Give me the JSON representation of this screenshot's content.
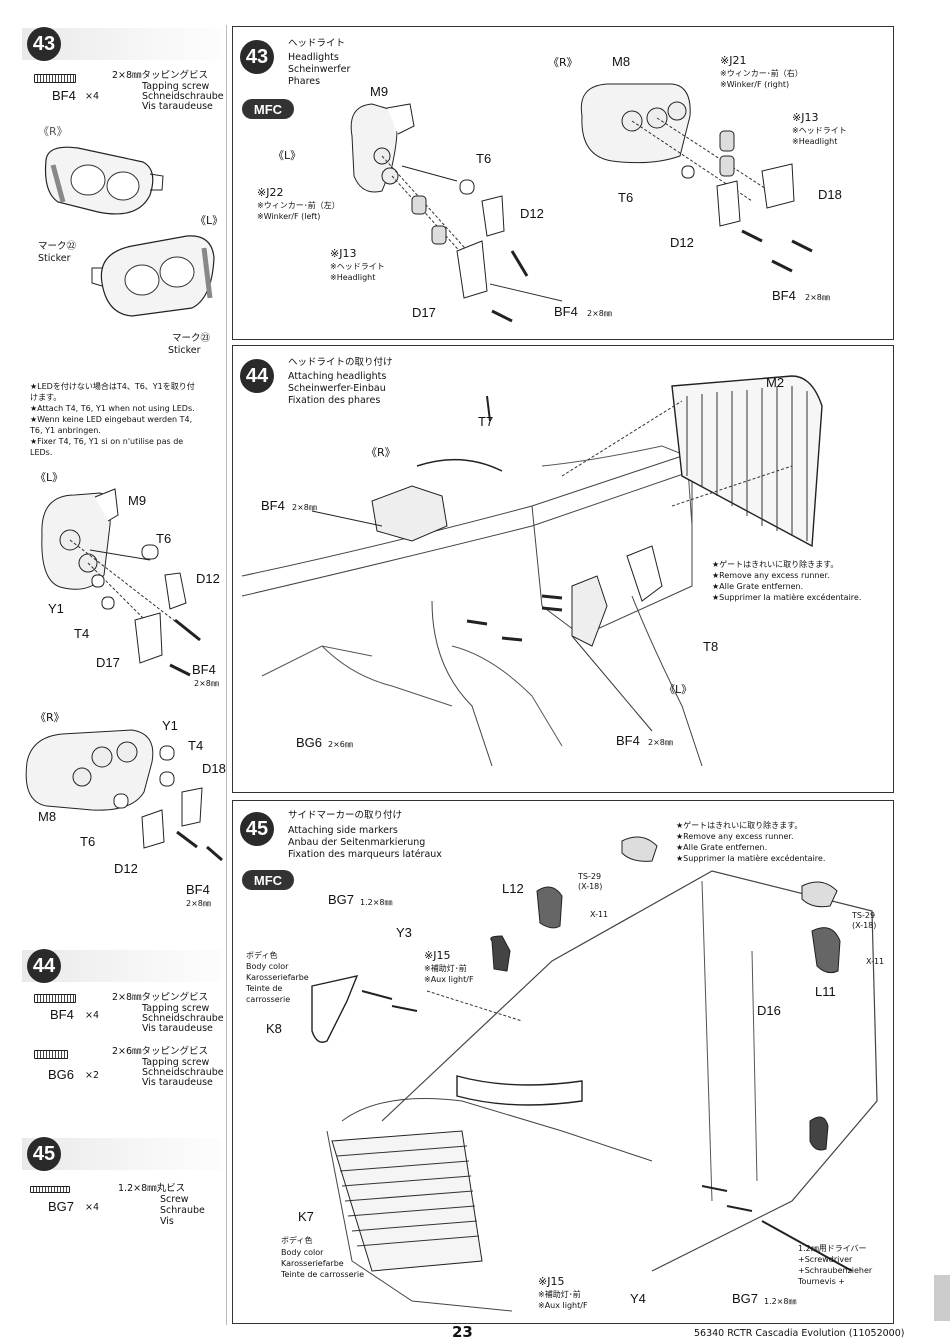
{
  "page_number": "23",
  "footer_text": "56340 RCTR Cascadia Evolution (11052000)",
  "sidebar": {
    "s43": {
      "num": "43",
      "screw_code": "BF4",
      "screw_qty": "×4",
      "screw_size": "2×8㎜タッピングビス",
      "screw_en": "Tapping screw",
      "screw_de": "Schneidschraube",
      "screw_fr": "Vis taraudeuse",
      "r_label": "《R》",
      "l_label": "《L》",
      "sticker22_jp": "マーク㉒",
      "sticker22_en": "Sticker",
      "sticker23_jp": "マーク㉓",
      "sticker23_en": "Sticker",
      "led_note_jp1": "★LEDを付けない場合はT4、T6、Y1を取り付",
      "led_note_jp2": "けます。",
      "led_note_en": "★Attach T4, T6, Y1 when not using LEDs.",
      "led_note_de1": "★Wenn keine LED eingebaut werden T4,",
      "led_note_de2": "T6, Y1 anbringen.",
      "led_note_fr1": "★Fixer T4, T6, Y1 si on n'utilise pas de",
      "led_note_fr2": "LEDs.",
      "l2_label": "《L》",
      "r2_label": "《R》",
      "parts_l": {
        "m9": "M9",
        "t6": "T6",
        "d12": "D12",
        "y1": "Y1",
        "t4": "T4",
        "d17": "D17",
        "bf4": "BF4",
        "bf4size": "2×8㎜"
      },
      "parts_r": {
        "y1": "Y1",
        "t4": "T4",
        "d18": "D18",
        "m8": "M8",
        "t6": "T6",
        "d12": "D12",
        "bf4": "BF4",
        "bf4size": "2×8㎜"
      }
    },
    "s44": {
      "num": "44",
      "bf4_code": "BF4",
      "bf4_qty": "×4",
      "bf4_size": "2×8㎜タッピングビス",
      "bf4_en": "Tapping screw",
      "bf4_de": "Schneidschraube",
      "bf4_fr": "Vis taraudeuse",
      "bg6_code": "BG6",
      "bg6_qty": "×2",
      "bg6_size": "2×6㎜タッピングビス",
      "bg6_en": "Tapping screw",
      "bg6_de": "Schneidschraube",
      "bg6_fr": "Vis taraudeuse"
    },
    "s45": {
      "num": "45",
      "bg7_code": "BG7",
      "bg7_qty": "×4",
      "bg7_size": "1.2×8㎜丸ビス",
      "bg7_en": "Screw",
      "bg7_de": "Schraube",
      "bg7_fr": "Vis"
    }
  },
  "step43": {
    "num": "43",
    "title_jp": "ヘッドライト",
    "title_en": "Headlights",
    "title_de": "Scheinwerfer",
    "title_fr": "Phares",
    "mfc": "MFC",
    "l_label": "《L》",
    "r_label": "《R》",
    "m9": "M9",
    "m8": "M8",
    "t6a": "T6",
    "t6b": "T6",
    "d12a": "D12",
    "d12b": "D12",
    "d17": "D17",
    "d18": "D18",
    "j22": "※J22",
    "j22_jp": "※ウィンカー･前（左）",
    "j22_en": "※Winker/F (left)",
    "j13a": "※J13",
    "j13a_jp": "※ヘッドライト",
    "j13a_en": "※Headlight",
    "j21": "※J21",
    "j21_jp": "※ウィンカー･前（右）",
    "j21_en": "※Winker/F (right)",
    "j13b": "※J13",
    "j13b_jp": "※ヘッドライト",
    "j13b_en": "※Headlight",
    "bf4a": "BF4",
    "bf4a_size": "2×8㎜",
    "bf4b": "BF4",
    "bf4b_size": "2×8㎜"
  },
  "step44": {
    "num": "44",
    "title_jp": "ヘッドライトの取り付け",
    "title_en": "Attaching headlights",
    "title_de": "Scheinwerfer-Einbau",
    "title_fr": "Fixation des phares",
    "t7": "T7",
    "r_label": "《R》",
    "m2": "M2",
    "bf4a": "BF4",
    "bf4a_size": "2×8㎜",
    "note_jp": "★ゲートはきれいに取り除きます。",
    "note_en": "★Remove any excess runner.",
    "note_de": "★Alle Grate entfernen.",
    "note_fr": "★Supprimer la matière excédentaire.",
    "t8": "T8",
    "l_label": "《L》",
    "bg6": "BG6",
    "bg6_size": "2×6㎜",
    "bf4b": "BF4",
    "bf4b_size": "2×8㎜"
  },
  "step45": {
    "num": "45",
    "title_jp": "サイドマーカーの取り付け",
    "title_en": "Attaching side markers",
    "title_de": "Anbau der Seitenmarkierung",
    "title_fr": "Fixation des marqueurs latéraux",
    "mfc": "MFC",
    "note_jp": "★ゲートはきれいに取り除きます。",
    "note_en": "★Remove any excess runner.",
    "note_de": "★Alle Grate entfernen.",
    "note_fr": "★Supprimer la matière excédentaire.",
    "bg7a": "BG7",
    "bg7a_size": "1.2×8㎜",
    "y3": "Y3",
    "l12": "L12",
    "ts29a": "TS-29",
    "x18a": "(X-18)",
    "x11a": "X-11",
    "ts29b": "TS-29",
    "x18b": "(X-18)",
    "x11b": "X-11",
    "l11": "L11",
    "j15a": "※J15",
    "j15a_jp": "※補助灯･前",
    "j15a_en": "※Aux light/F",
    "body_jp": "ボディ色",
    "body_en": "Body color",
    "body_de": "Karosseriefarbe",
    "body_fr1": "Teinte de",
    "body_fr2": "carrosserie",
    "k8": "K8",
    "d16": "D16",
    "k7": "K7",
    "body2_jp": "ボディ色",
    "body2_en": "Body color",
    "body2_de": "Karosseriefarbe",
    "body2_fr": "Teinte de carrosserie",
    "j15b": "※J15",
    "j15b_jp": "※補助灯･前",
    "j15b_en": "※Aux light/F",
    "y4": "Y4",
    "bg7b": "BG7",
    "bg7b_size": "1.2×8㎜",
    "driver_jp": "1.2㎜用ドライバー",
    "driver_en": "+Screwdriver",
    "driver_de": "+Schraubenzieher",
    "driver_fr": "Tournevis +"
  }
}
